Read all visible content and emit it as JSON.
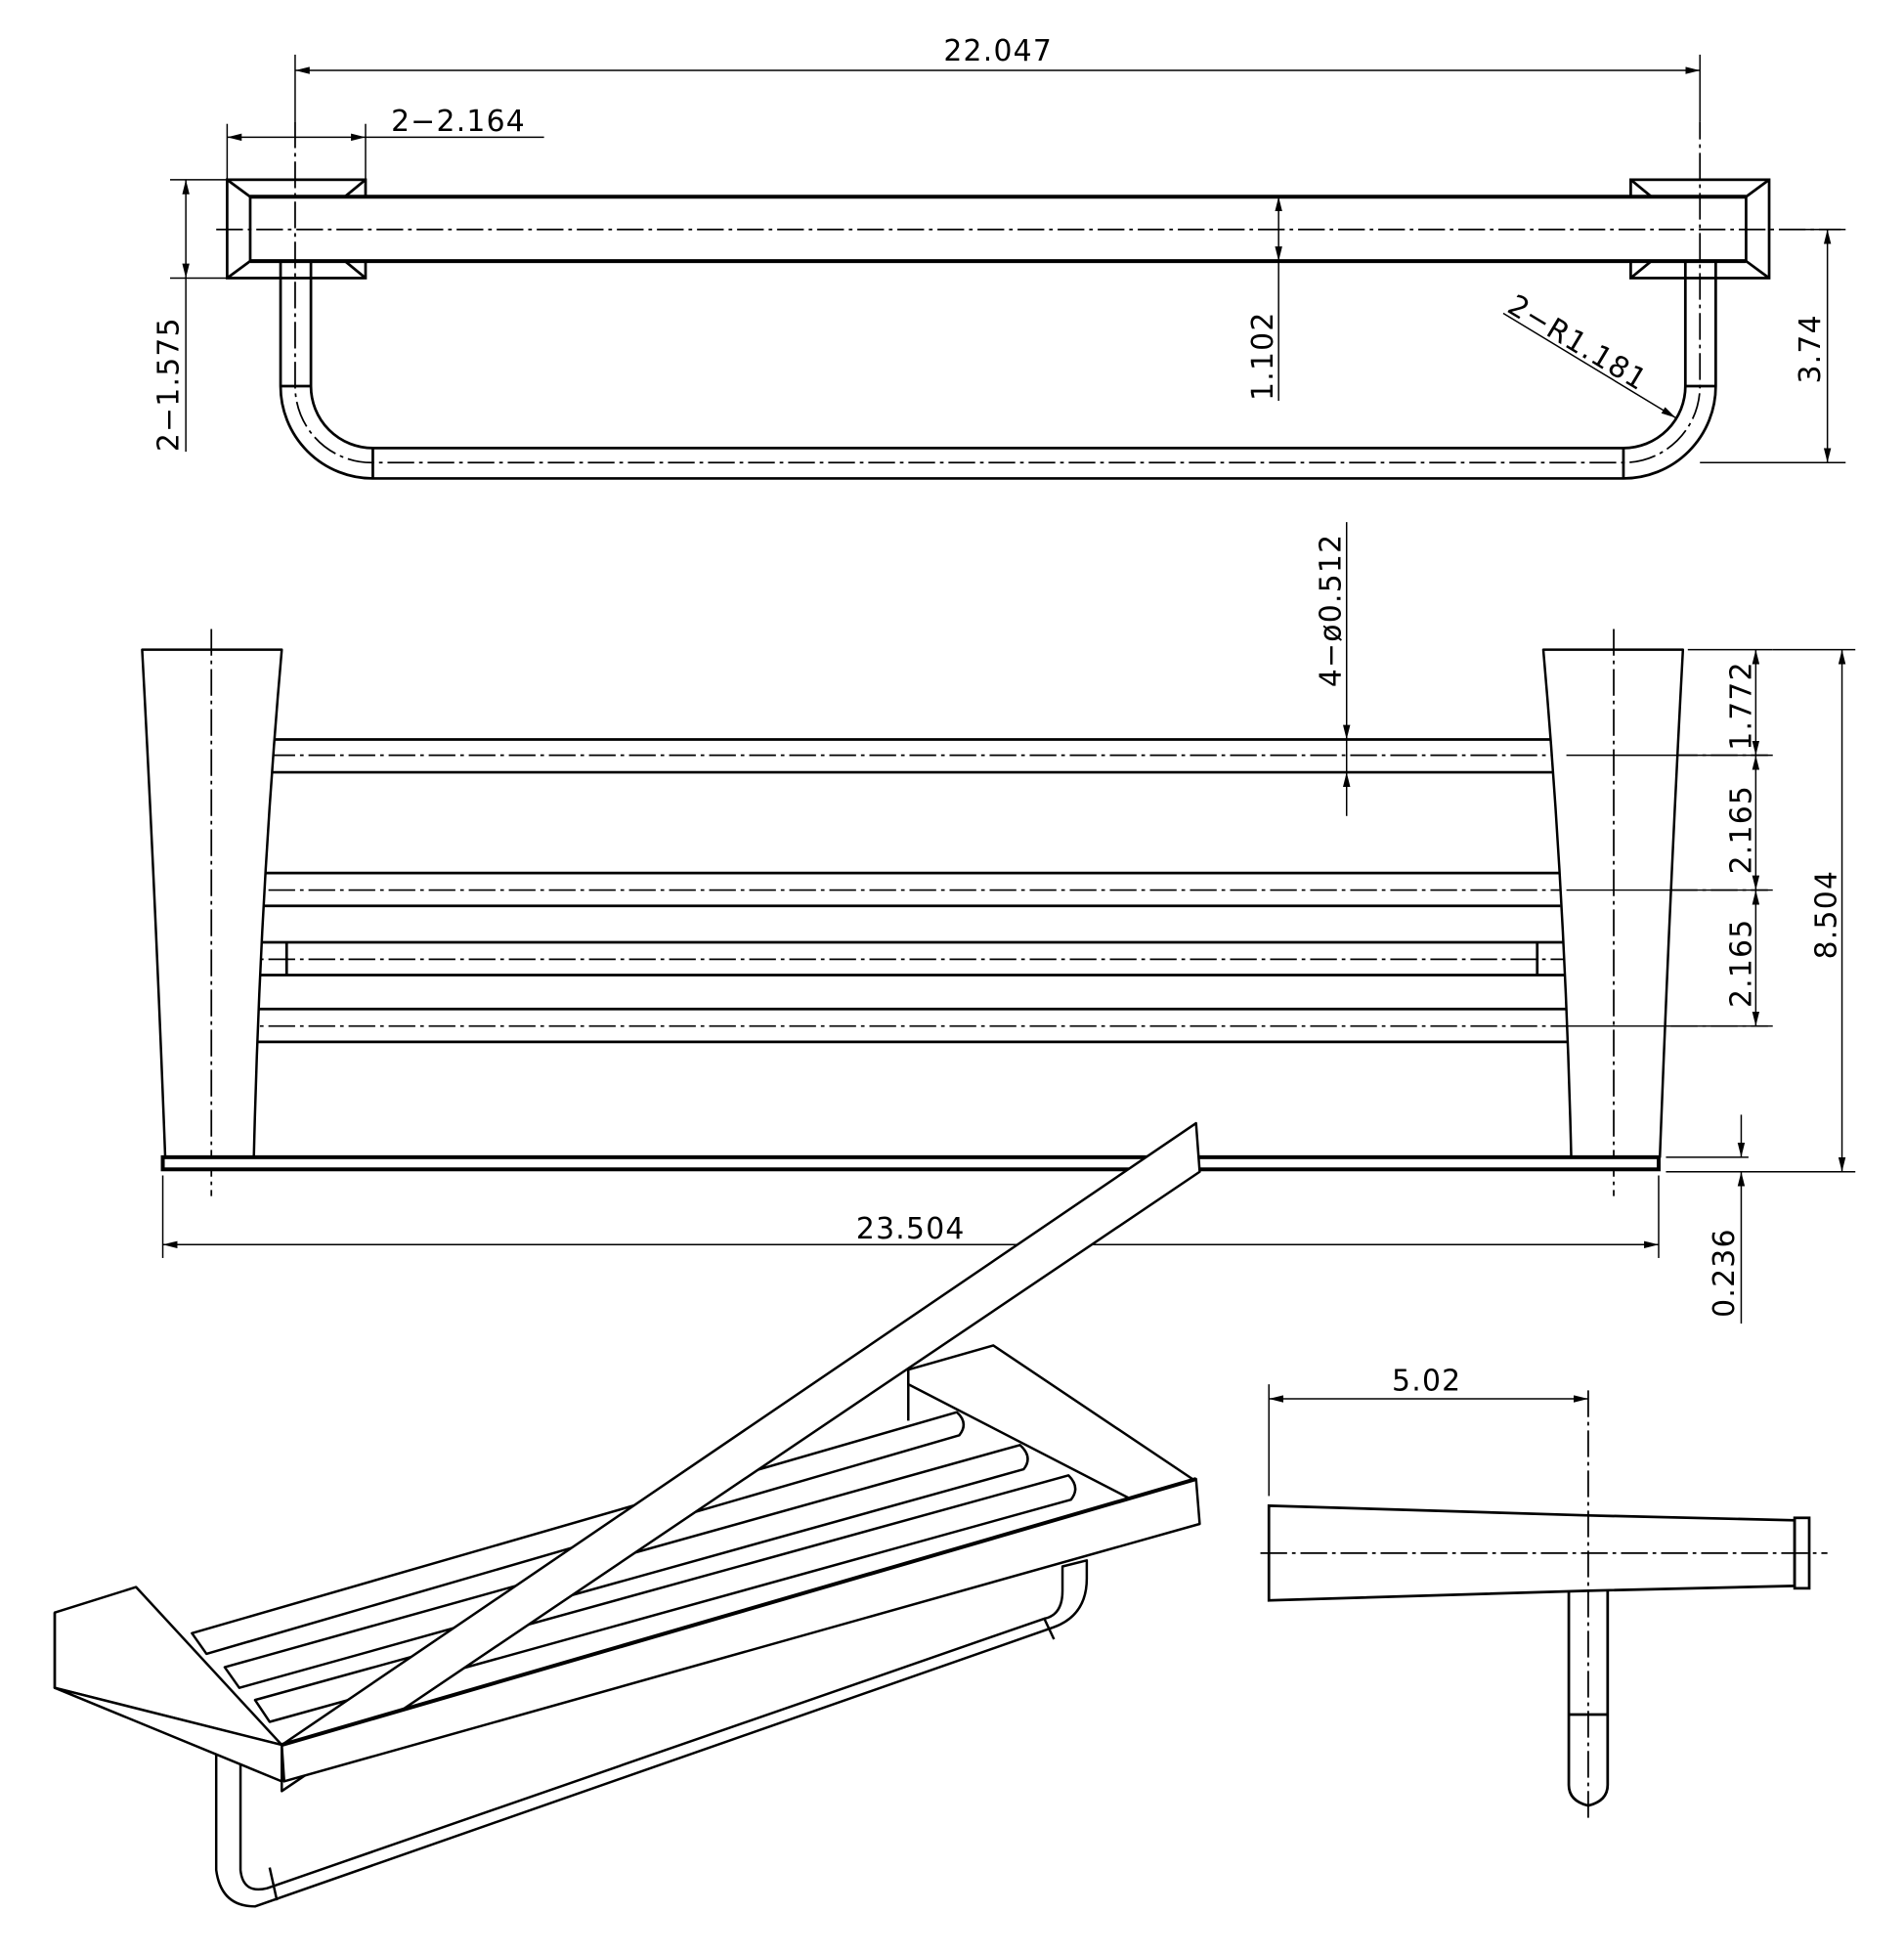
{
  "drawing": {
    "subject": "Towel shelf with hanging bar",
    "views": [
      "top-view",
      "front-view",
      "isometric-view",
      "side-view"
    ]
  },
  "top_view": {
    "dims": {
      "overall_center_width": "22.047",
      "bracket_width": "2−2.164",
      "bracket_height": "2−1.575",
      "bar_height": "1.102",
      "bend_radius": "2−R1.181",
      "projection": "3.74"
    }
  },
  "front_view": {
    "dims": {
      "rod_diameter": "4−ø0.512",
      "top_to_first_rod": "1.772",
      "rod_spacing_1": "2.165",
      "rod_spacing_2": "2.165",
      "overall_height": "8.504",
      "overall_width": "23.504",
      "plate_thickness": "0.236"
    }
  },
  "side_view": {
    "dims": {
      "depth_to_bar": "5.02"
    }
  }
}
